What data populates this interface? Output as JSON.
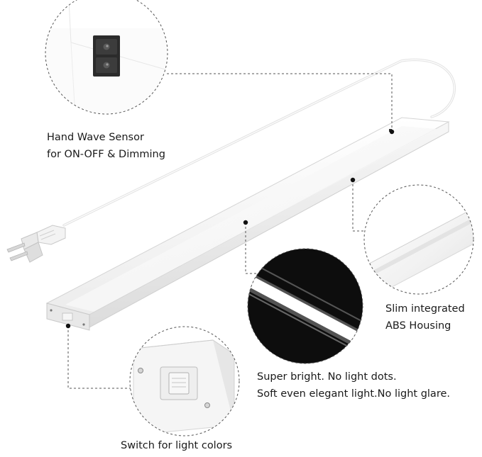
{
  "product": {
    "features": [
      {
        "id": "sensor",
        "lines": [
          "Hand Wave Sensor",
          "for ON-OFF & Dimming"
        ]
      },
      {
        "id": "housing",
        "lines": [
          "Slim integrated",
          "ABS Housing"
        ]
      },
      {
        "id": "light",
        "lines": [
          "Super bright. No light dots.",
          "Soft even elegant light.No light glare."
        ]
      },
      {
        "id": "switch",
        "lines": [
          "Switch for light colors"
        ]
      }
    ]
  },
  "colors": {
    "background": "#ffffff",
    "housing": "#f4f4f4",
    "callout_line": "#666666",
    "glow_dark": "#0d0d0d"
  },
  "icons": [
    "sensor-window-icon",
    "power-plug-icon",
    "slide-switch-icon",
    "callout-dot-icon"
  ]
}
